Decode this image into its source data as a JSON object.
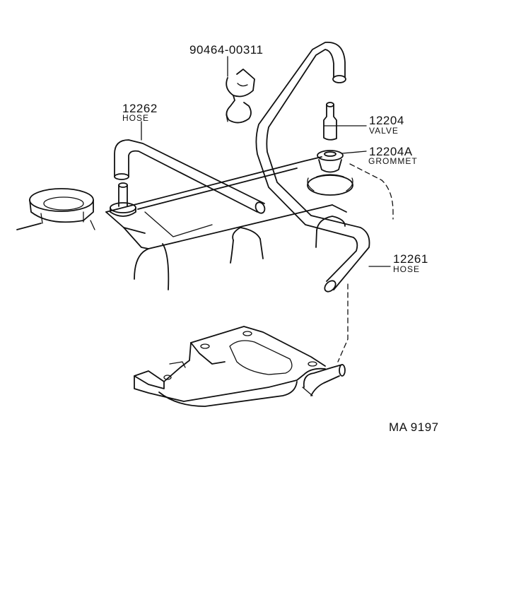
{
  "callouts": [
    {
      "part_number": "90464-00311",
      "name": ""
    },
    {
      "part_number": "12262",
      "name": "HOSE"
    },
    {
      "part_number": "12204",
      "name": "VALVE"
    },
    {
      "part_number": "12204A",
      "name": "GROMMET"
    },
    {
      "part_number": "12261",
      "name": "HOSE"
    }
  ],
  "figure_code": "MA 9197"
}
